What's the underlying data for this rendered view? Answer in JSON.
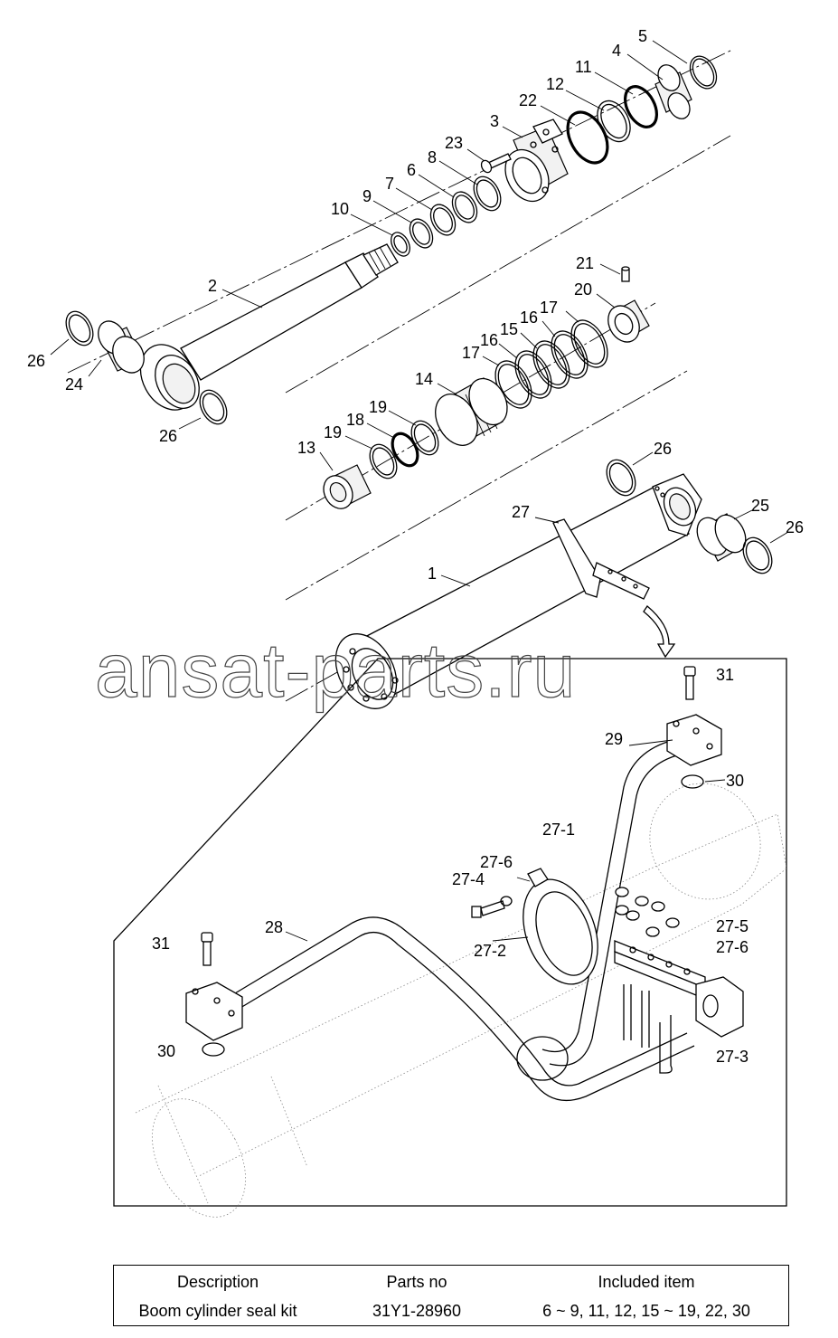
{
  "watermark": "ansat-parts.ru",
  "callouts": {
    "c1": "1",
    "c2": "2",
    "c3": "3",
    "c4": "4",
    "c5": "5",
    "c6": "6",
    "c7": "7",
    "c8": "8",
    "c9": "9",
    "c10": "10",
    "c11": "11",
    "c12": "12",
    "c13": "13",
    "c14": "14",
    "c15": "15",
    "c16": "16",
    "c17": "17",
    "c18": "18",
    "c19": "19",
    "c20": "20",
    "c21": "21",
    "c22": "22",
    "c23": "23",
    "c24": "24",
    "c25": "25",
    "c26": "26",
    "c27": "27",
    "c27_1": "27-1",
    "c27_2": "27-2",
    "c27_3": "27-3",
    "c27_4": "27-4",
    "c27_5": "27-5",
    "c27_6": "27-6",
    "c28": "28",
    "c29": "29",
    "c30": "30",
    "c31": "31"
  },
  "table": {
    "headers": [
      "Description",
      "Parts no",
      "Included item"
    ],
    "rows": [
      [
        "Boom cylinder seal kit",
        "31Y1-28960",
        "6 ~ 9, 11, 12, 15 ~ 19, 22, 30"
      ]
    ]
  }
}
